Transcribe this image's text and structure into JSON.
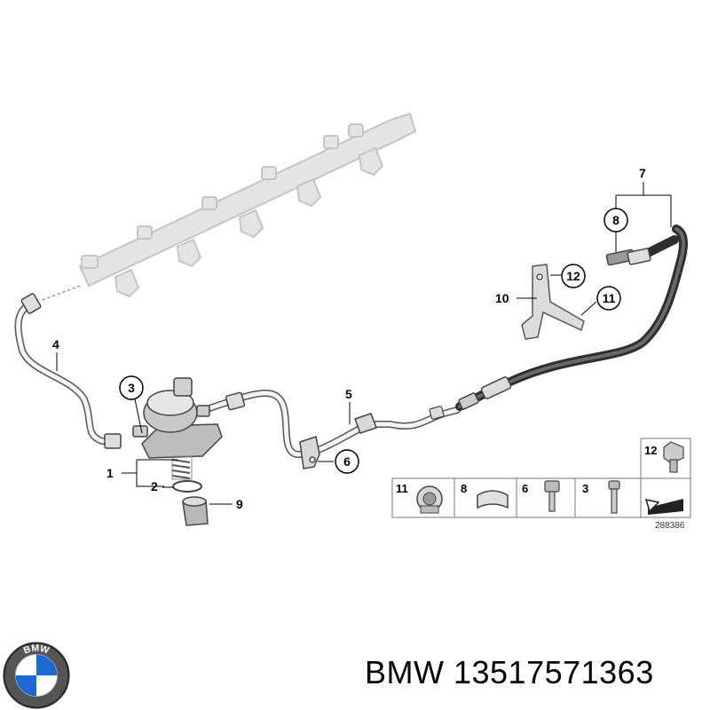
{
  "callouts": {
    "c1": "1",
    "c2": "2",
    "c3": "3",
    "c4": "4",
    "c5": "5",
    "c6": "6",
    "c7": "7",
    "c8": "8",
    "c9": "9",
    "c10": "10",
    "c11": "11",
    "c12": "12"
  },
  "legend": {
    "item11": "11",
    "item8": "8",
    "item6": "6",
    "item3": "3",
    "item12": "12"
  },
  "diagram_ref": "288386",
  "brand": {
    "caption": "BMW 13517571363",
    "logo_letters": "BMW"
  },
  "colors": {
    "hose": "#3a3a3a",
    "ghost_rail": "#d8d8d8",
    "pipe": "#f2f2f2",
    "outline": "#444444",
    "bmw_blue": "#1c69d4"
  }
}
